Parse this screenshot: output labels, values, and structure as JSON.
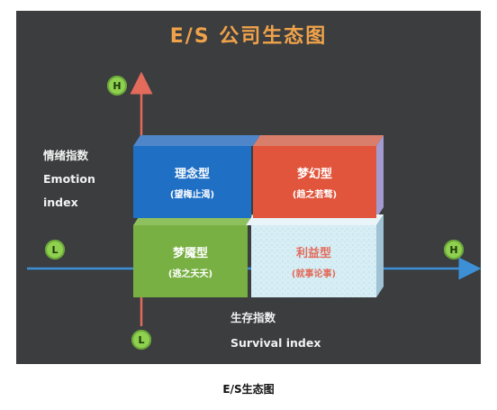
{
  "title": "E/S  公司生态图",
  "caption": "E/S生态图",
  "y_axis": {
    "label_lines": [
      "情绪指数",
      "Emotion",
      "index"
    ],
    "high_badge": "H",
    "low_badge": "L"
  },
  "x_axis": {
    "label_lines": [
      "生存指数",
      "Survival index"
    ],
    "high_badge": "H",
    "low_badge": "L"
  },
  "quadrants": [
    {
      "id": "top-left",
      "name": "理念型",
      "sub": "(望梅止渴)",
      "color": "#1f6fc4"
    },
    {
      "id": "top-right",
      "name": "梦幻型",
      "sub": "(趋之若骛)",
      "color": "#e0553c"
    },
    {
      "id": "bottom-left",
      "name": "梦魇型",
      "sub": "(逃之夭夭)",
      "color": "#78b043"
    },
    {
      "id": "bottom-right",
      "name": "利益型",
      "sub": "(就事论事)",
      "color": "#d7eef5"
    }
  ],
  "colors": {
    "axis_arrow_vertical": "#e36b5b",
    "axis_arrow_horizontal": "#3d8fd6",
    "badge": "#8fd14f",
    "title": "#f0a24a",
    "background": "#3b3d3f"
  }
}
